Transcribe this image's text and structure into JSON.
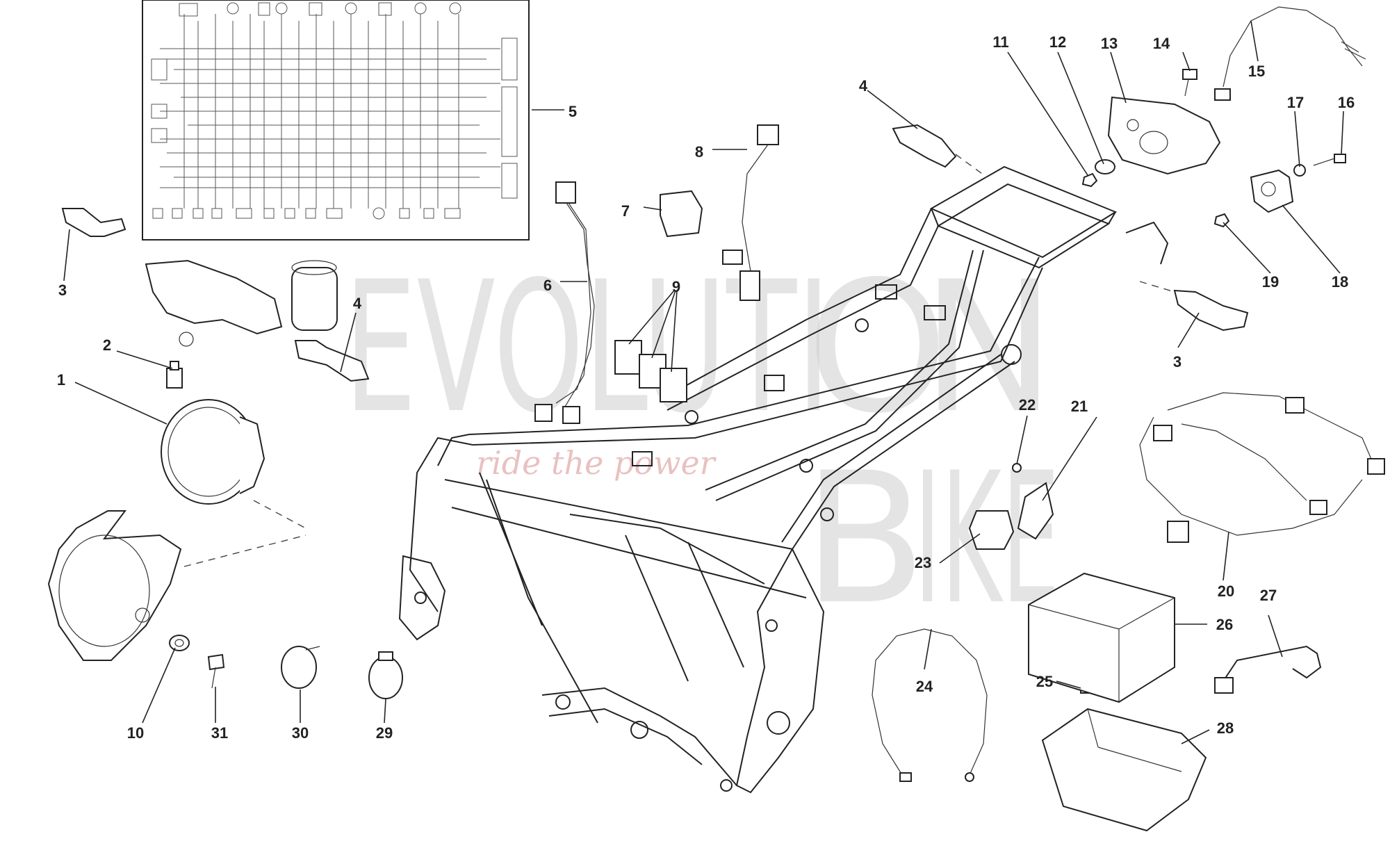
{
  "watermark": {
    "word1": "EVOLUTI",
    "letter_o": "O",
    "letter_n": "N",
    "letter_b": "B",
    "word2": "IKE",
    "slogan": "ride the power",
    "colors": {
      "main": "#cfcfcf",
      "slogan": "#e0a8a8"
    }
  },
  "callouts": [
    {
      "id": "callout-1",
      "label": "1"
    },
    {
      "id": "callout-2",
      "label": "2"
    },
    {
      "id": "callout-3-left",
      "label": "3"
    },
    {
      "id": "callout-3-right",
      "label": "3"
    },
    {
      "id": "callout-4-left",
      "label": "4"
    },
    {
      "id": "callout-4-top",
      "label": "4"
    },
    {
      "id": "callout-5",
      "label": "5"
    },
    {
      "id": "callout-6",
      "label": "6"
    },
    {
      "id": "callout-7",
      "label": "7"
    },
    {
      "id": "callout-8",
      "label": "8"
    },
    {
      "id": "callout-9",
      "label": "9"
    },
    {
      "id": "callout-10",
      "label": "10"
    },
    {
      "id": "callout-11",
      "label": "11"
    },
    {
      "id": "callout-12",
      "label": "12"
    },
    {
      "id": "callout-13",
      "label": "13"
    },
    {
      "id": "callout-14",
      "label": "14"
    },
    {
      "id": "callout-15",
      "label": "15"
    },
    {
      "id": "callout-16",
      "label": "16"
    },
    {
      "id": "callout-17",
      "label": "17"
    },
    {
      "id": "callout-18",
      "label": "18"
    },
    {
      "id": "callout-19",
      "label": "19"
    },
    {
      "id": "callout-20",
      "label": "20"
    },
    {
      "id": "callout-21",
      "label": "21"
    },
    {
      "id": "callout-22",
      "label": "22"
    },
    {
      "id": "callout-23",
      "label": "23"
    },
    {
      "id": "callout-24",
      "label": "24"
    },
    {
      "id": "callout-25",
      "label": "25"
    },
    {
      "id": "callout-26",
      "label": "26"
    },
    {
      "id": "callout-27",
      "label": "27"
    },
    {
      "id": "callout-28",
      "label": "28"
    },
    {
      "id": "callout-29",
      "label": "29"
    },
    {
      "id": "callout-30",
      "label": "30"
    },
    {
      "id": "callout-31",
      "label": "31"
    }
  ]
}
